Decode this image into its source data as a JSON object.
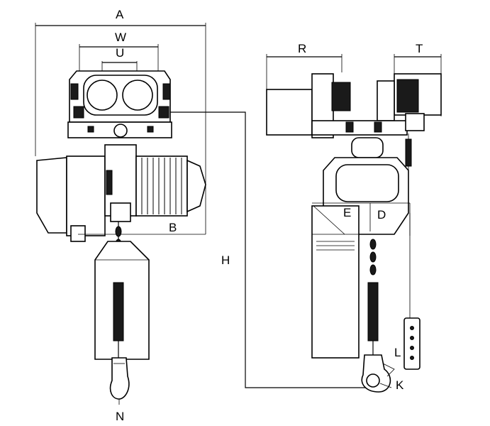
{
  "labels": {
    "A": "A",
    "W": "W",
    "U": "U",
    "B": "B",
    "H": "H",
    "N": "N",
    "R": "R",
    "T": "T",
    "E": "E",
    "D": "D",
    "L": "L",
    "K": "K"
  }
}
